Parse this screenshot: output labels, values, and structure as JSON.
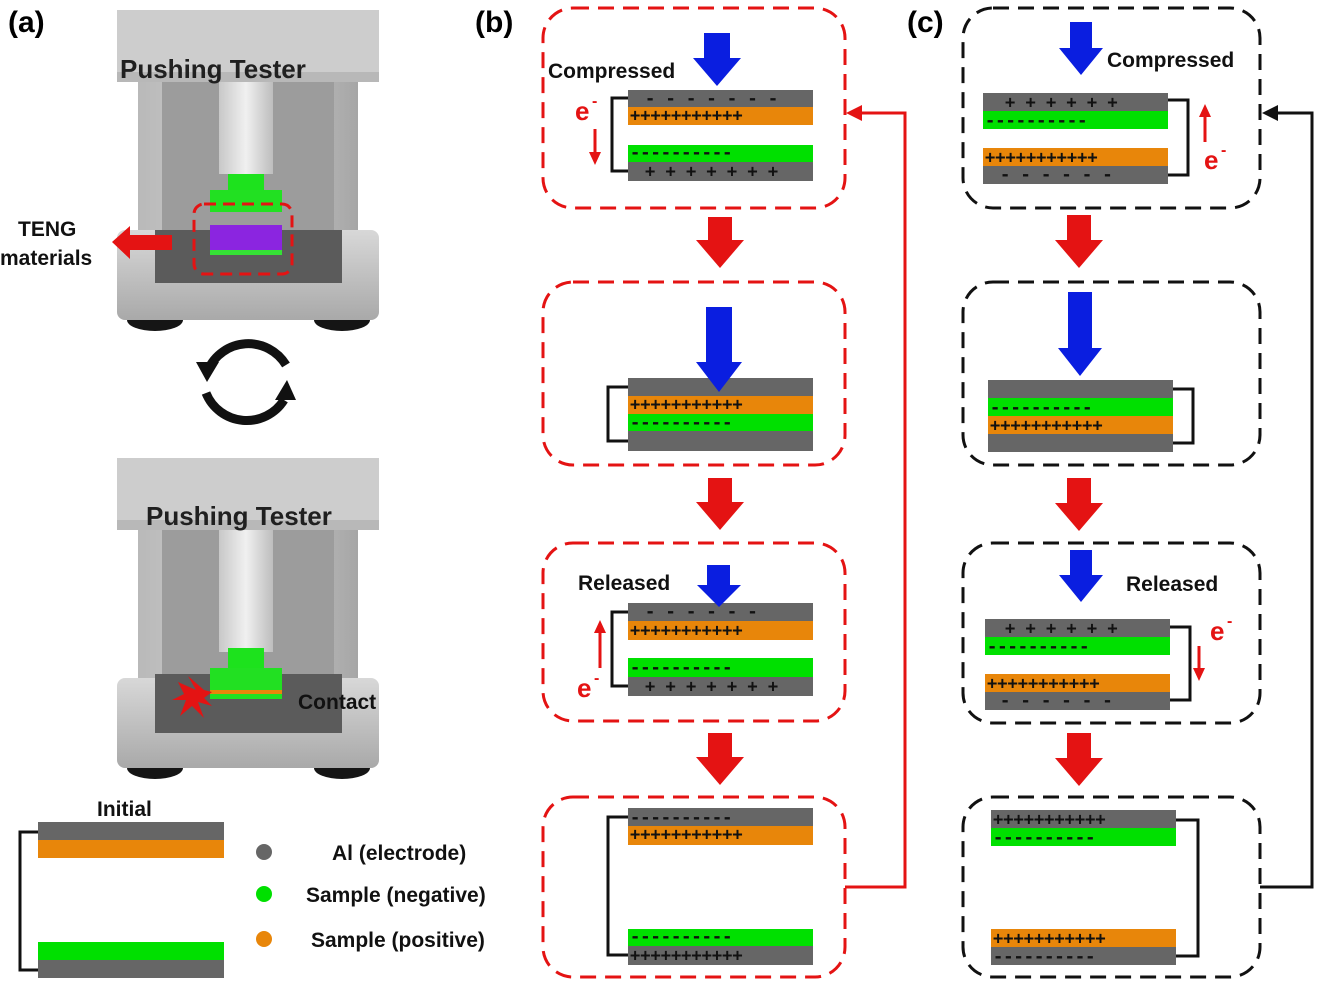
{
  "panels": {
    "a": "(a)",
    "b": "(b)",
    "c": "(c)"
  },
  "tester": {
    "title_top": "Pushing Tester",
    "title_bottom": "Pushing Tester",
    "teng_label": "TENG",
    "materials_label": "materials",
    "contact_label": "Contact"
  },
  "initial": {
    "label": "Initial"
  },
  "legend": [
    {
      "label": "Al (electrode)",
      "color": "#666666"
    },
    {
      "label": "Sample (negative)",
      "color": "#00e000"
    },
    {
      "label": "Sample (positive)",
      "color": "#e8860a"
    }
  ],
  "states": {
    "compressed": "Compressed",
    "released": "Released",
    "electron": "e",
    "electron_sup": "-"
  },
  "charges": {
    "plus_12": "+++++++++++",
    "minus_12": "----------",
    "plus_7": "+ + + + + + +",
    "minus_7": "- - - - - - -",
    "plus_6": "+ + + + + +",
    "minus_6": "- - - - - -",
    "plus_dense": "+++++++++++"
  },
  "colors": {
    "electrode": "#666666",
    "negative": "#00e000",
    "positive": "#e8860a",
    "red": "#e41313",
    "blue": "#0a1ee0",
    "black": "#111111"
  }
}
